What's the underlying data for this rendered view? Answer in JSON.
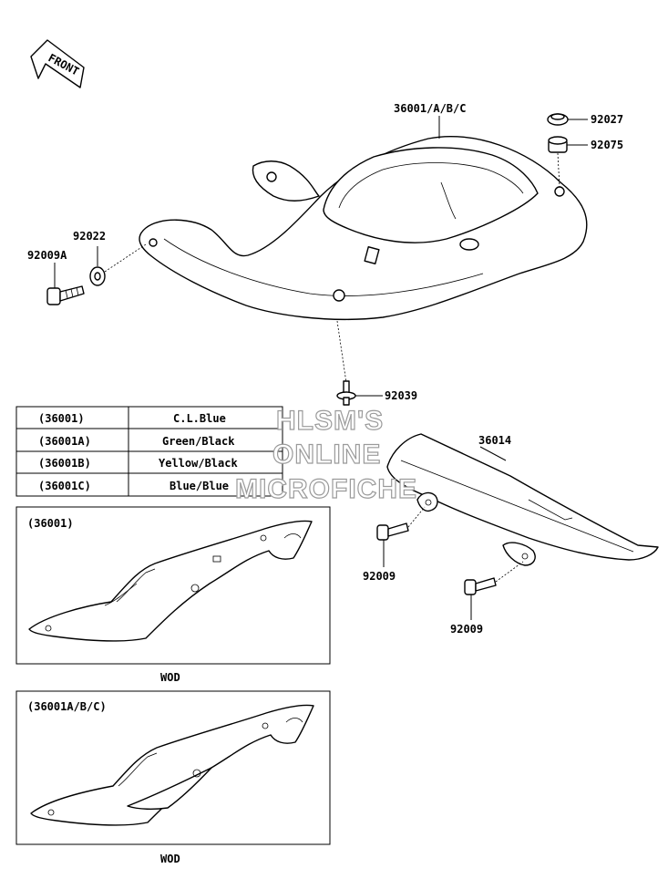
{
  "diagram": {
    "front_label": "FRONT",
    "callouts": {
      "tail_cover": "36001/A/B/C",
      "cap": "92027",
      "damper": "92075",
      "washer": "92022",
      "bolt_left": "92009A",
      "clip": "92039",
      "cover_lower": "36014",
      "bolt_a": "92009",
      "bolt_b": "92009"
    },
    "color_table": [
      {
        "part": "(36001)",
        "color": "C.L.Blue"
      },
      {
        "part": "(36001A)",
        "color": "Green/Black"
      },
      {
        "part": "(36001B)",
        "color": "Yellow/Black"
      },
      {
        "part": "(36001C)",
        "color": "Blue/Blue"
      }
    ],
    "inset_1": {
      "label": "(36001)",
      "caption": "WOD"
    },
    "inset_2": {
      "label": "(36001A/B/C)",
      "caption": "WOD"
    },
    "watermark": [
      "HLSM'S",
      "ONLINE",
      "MICROFICHE"
    ]
  }
}
